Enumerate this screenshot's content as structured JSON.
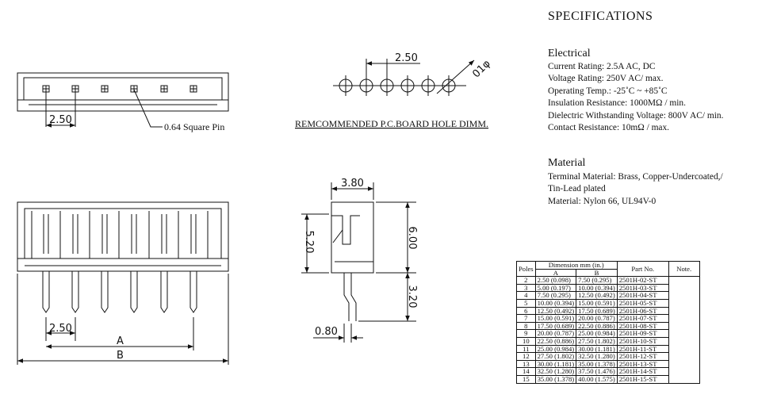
{
  "specifications": {
    "title": "SPECIFICATIONS",
    "electrical": {
      "heading": "Electrical",
      "items": [
        "Current Rating: 2.5A AC, DC",
        "Voltage Rating: 250V AC/ max.",
        "Operating Temp.: -25˚C ~ +85˚C",
        "Insulation Resistance: 1000MΩ / min.",
        "Dielectric Withstanding Voltage: 800V AC/ min.",
        "Contact Resistance: 10mΩ / max."
      ]
    },
    "material": {
      "heading": "Material",
      "items": [
        "Terminal Material: Brass, Copper-Undercoated,/",
        "Tin-Lead plated",
        "Material: Nylon 66, UL94V-0"
      ]
    }
  },
  "drawing": {
    "pitch_top": "2.50",
    "pin_label": "0.64 Square Pin",
    "hole_pitch": "2.50",
    "hole_dia": "01φ",
    "pcb_caption": "REMCOMMENDED P.C.BOARD HOLE DIMM.",
    "side_width": "3.80",
    "side_left_height": "5.20",
    "side_right_height": "6.00",
    "pin_length": "3.20",
    "pin_width": "0.80",
    "front_pitch": "2.50",
    "dim_a": "A",
    "dim_b": "B"
  },
  "table": {
    "headers": {
      "poles": "Poles",
      "dimension": "Dimension mm (in.)",
      "a": "A",
      "b": "B",
      "part_no": "Part No.",
      "note": "Note."
    },
    "rows": [
      {
        "poles": "2",
        "a": "2.50 (0.098)",
        "b": "7.50 (0.295)",
        "part": "2501H-02-ST"
      },
      {
        "poles": "3",
        "a": "5.00 (0.197)",
        "b": "10.00 (0.394)",
        "part": "2501H-03-ST"
      },
      {
        "poles": "4",
        "a": "7.50 (0.295)",
        "b": "12.50 (0.492)",
        "part": "2501H-04-ST"
      },
      {
        "poles": "5",
        "a": "10.00 (0.394)",
        "b": "15.00 (0.591)",
        "part": "2501H-05-ST"
      },
      {
        "poles": "6",
        "a": "12.50 (0.492)",
        "b": "17.50 (0.689)",
        "part": "2501H-06-ST"
      },
      {
        "poles": "7",
        "a": "15.00 (0.591)",
        "b": "20.00 (0.787)",
        "part": "2501H-07-ST"
      },
      {
        "poles": "8",
        "a": "17.50 (0.689)",
        "b": "22.50 (0.886)",
        "part": "2501H-08-ST"
      },
      {
        "poles": "9",
        "a": "20.00 (0.787)",
        "b": "25.00 (0.984)",
        "part": "2501H-09-ST"
      },
      {
        "poles": "10",
        "a": "22.50 (0.886)",
        "b": "27.50 (1.802)",
        "part": "2501H-10-ST"
      },
      {
        "poles": "11",
        "a": "25.00 (0.984)",
        "b": "30.00 (1.181)",
        "part": "2501H-11-ST"
      },
      {
        "poles": "12",
        "a": "27.50 (1.802)",
        "b": "32.50 (1.280)",
        "part": "2501H-12-ST"
      },
      {
        "poles": "13",
        "a": "30.00 (1.181)",
        "b": "35.00 (1.378)",
        "part": "2501H-13-ST"
      },
      {
        "poles": "14",
        "a": "32.50 (1.280)",
        "b": "37.50 (1.476)",
        "part": "2501H-14-ST"
      },
      {
        "poles": "15",
        "a": "35.00 (1.378)",
        "b": "40.00 (1.575)",
        "part": "2501H-15-ST"
      }
    ]
  }
}
